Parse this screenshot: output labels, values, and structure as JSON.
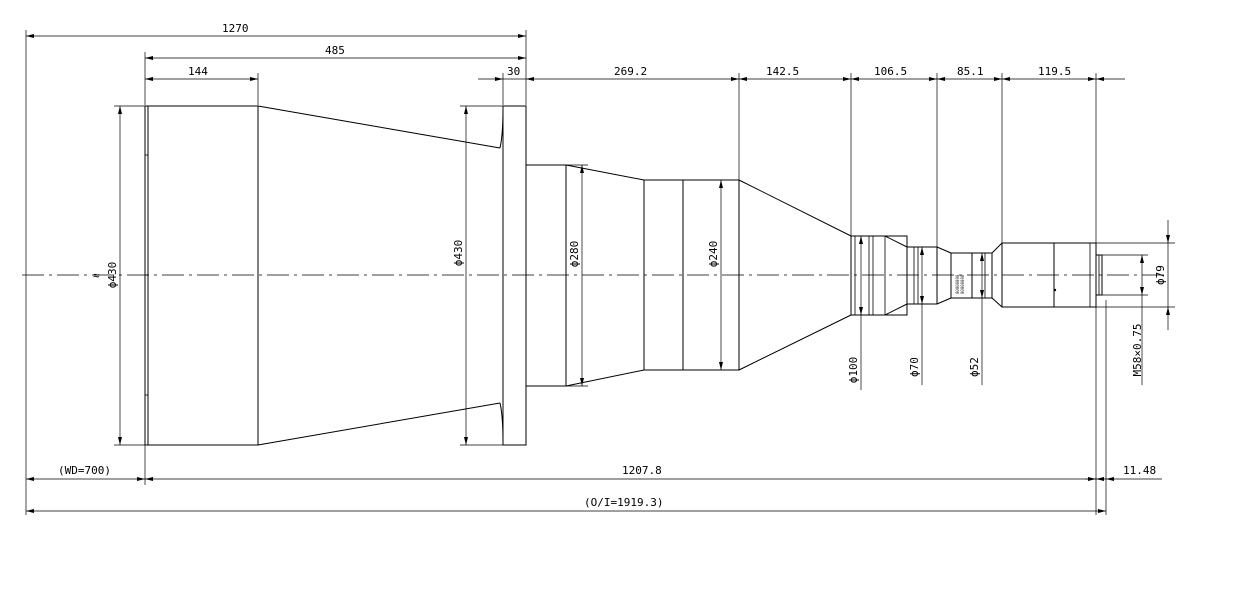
{
  "dimensions": {
    "top": {
      "overall": "1270",
      "rear_length": "485",
      "front_length": "144",
      "flange": "30",
      "seg_a": "269.2",
      "seg_b": "142.5",
      "seg_c": "106.5",
      "seg_d": "85.1",
      "seg_e": "119.5"
    },
    "diameters": {
      "front_left": "ϕ430",
      "front_right": "ϕ430",
      "d280": "ϕ280",
      "d240": "ϕ240",
      "d100": "ϕ100",
      "d70": "ϕ70",
      "d52": "ϕ52",
      "d79": "ϕ79",
      "thread": "M58×0.75"
    },
    "bottom": {
      "wd": "(WD=700)",
      "body": "1207.8",
      "back_focal": "11.48",
      "oi": "(O/I=1919.3)"
    }
  },
  "symbols": {
    "break_mark": "≈"
  },
  "detail_label": "00000000"
}
